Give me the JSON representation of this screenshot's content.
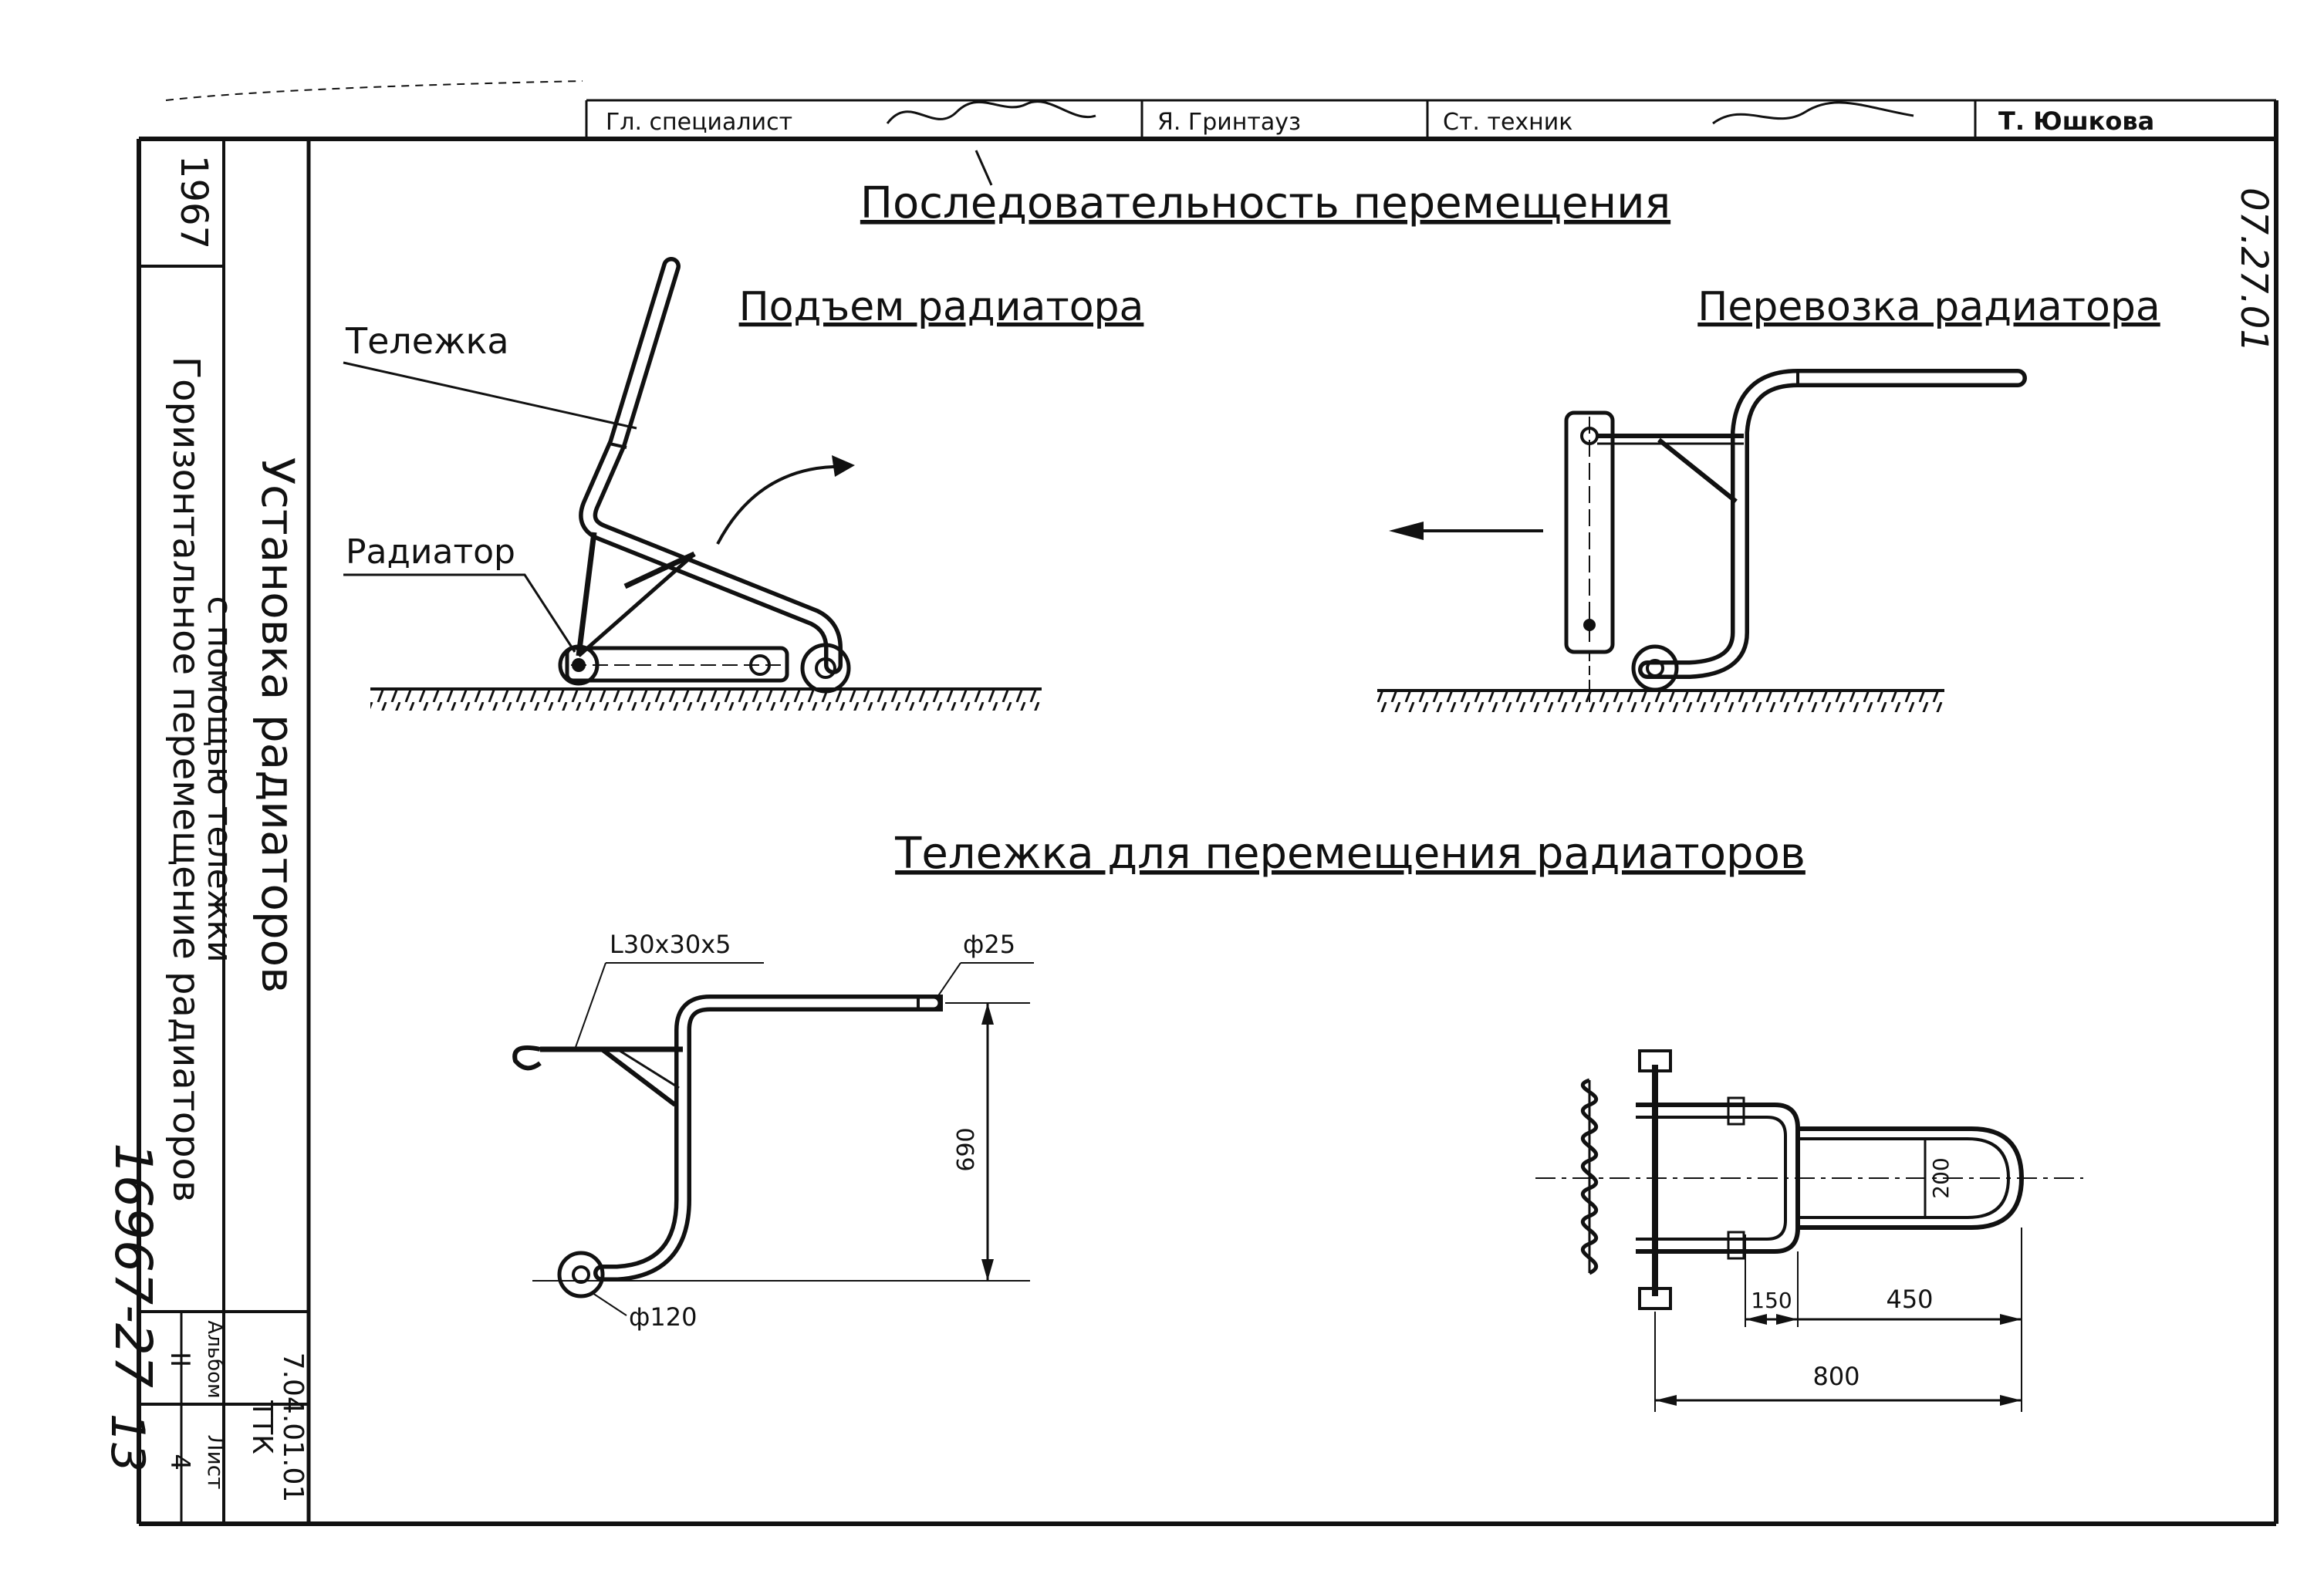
{
  "sheet": {
    "title": "Последовательность перемещения",
    "stamp_number": "07.27.01",
    "side_number": "16967-27",
    "side_sheet": "13"
  },
  "signatures": {
    "role1": "Гл. специалист",
    "name1": "Я. Гринтауз",
    "role2": "Ст. техник",
    "name2": "Т. Юшкова"
  },
  "title_block": {
    "year": "1967",
    "topic_line1": "Горизонтальное перемещение радиаторов",
    "topic_line2": "с помощью тележки",
    "section": "Установка радиаторов",
    "doc_code": "ТТК",
    "doc_number": "7.04.01.01",
    "album_label": "Альбом",
    "album_value": "II",
    "sheet_label": "Лист",
    "sheet_value": "4"
  },
  "views": {
    "lift": {
      "heading": "Подъем радиатора",
      "label_cart": "Тележка",
      "label_radiator": "Радиатор"
    },
    "transport": {
      "heading": "Перевозка радиатора"
    },
    "cart": {
      "heading": "Тележка для перемещения радиаторов",
      "angle_profile": "L30x30x5",
      "dia_pipe": "ф25",
      "height": "690",
      "dia_wheel": "ф120",
      "width": "200",
      "dim_150": "150",
      "dim_450": "450",
      "dim_800": "800"
    }
  }
}
